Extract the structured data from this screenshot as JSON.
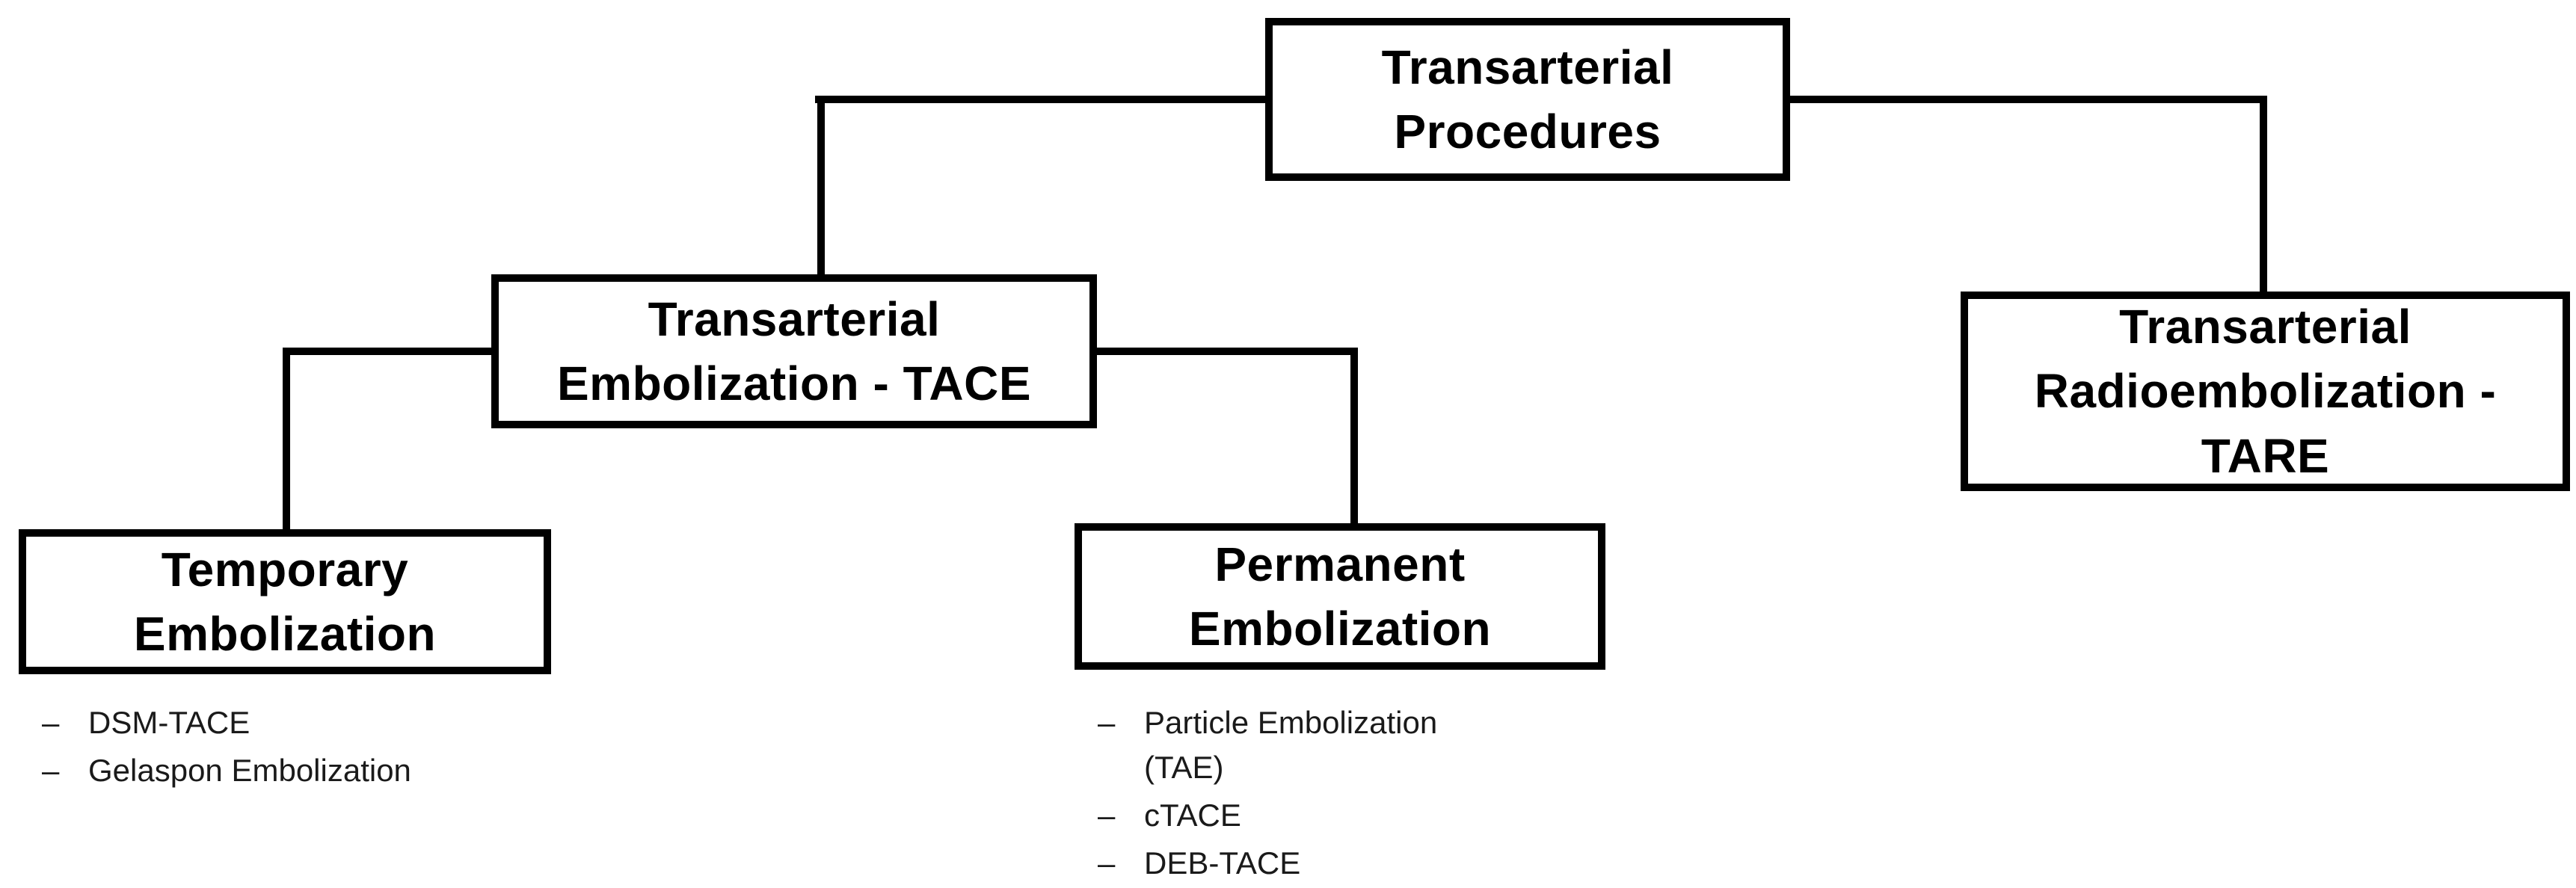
{
  "diagram_title": "Transarterial Procedures",
  "colors": {
    "border": "#000000",
    "background": "#ffffff",
    "text": "#000000",
    "list_text": "#1a1a1a"
  },
  "nodes": {
    "root": {
      "label": "Transarterial\nProcedures"
    },
    "tace": {
      "label": "Transarterial\nEmbolization - TACE"
    },
    "tare": {
      "label": "Transarterial\nRadioembolization -\nTARE"
    },
    "temporary": {
      "label": "Temporary\nEmbolization"
    },
    "permanent": {
      "label": "Permanent\nEmbolization"
    }
  },
  "lists": {
    "temporary": {
      "bullet": "–",
      "items": [
        "DSM-TACE",
        "Gelaspon Embolization"
      ]
    },
    "permanent": {
      "bullet": "–",
      "items": [
        "Particle Embolization\n(TAE)",
        "cTACE",
        "DEB-TACE"
      ]
    }
  }
}
